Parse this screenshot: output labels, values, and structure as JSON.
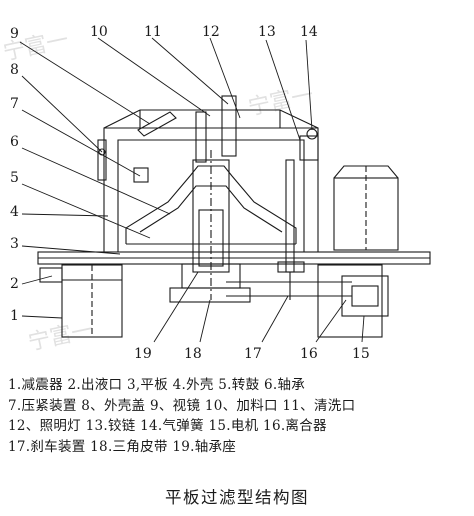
{
  "watermark": "宁富一",
  "callouts": [
    "9",
    "10",
    "11",
    "12",
    "13",
    "14",
    "8",
    "7",
    "6",
    "5",
    "4",
    "3",
    "2",
    "1",
    "19",
    "18",
    "17",
    "16",
    "15"
  ],
  "legend_lines": [
    "1.减震器 2.出液口 3,平板 4.外壳 5.转鼓 6.轴承",
    " 7.压紧装置 8、外壳盖 9、视镜 10、加料口 11、清洗口",
    "12、照明灯 13.铰链 14.气弹簧 15.电机 16.离合器",
    "17.刹车装置 18.三角皮带 19.轴承座"
  ],
  "caption": "平板过滤型结构图",
  "colors": {
    "ink": "#1a1a1a",
    "watermark": "#c9c9c9"
  }
}
